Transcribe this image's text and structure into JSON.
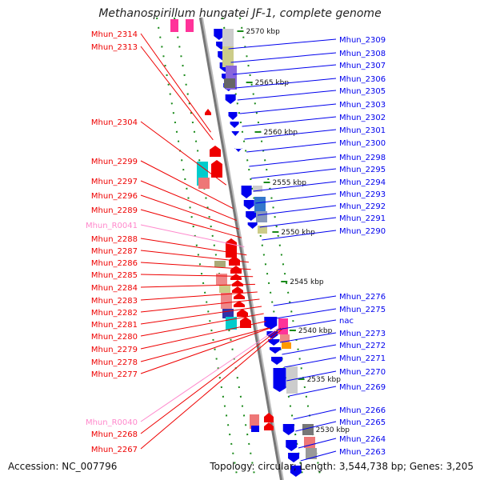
{
  "title": "Methanospirillum hungatei JF-1, complete genome",
  "accession": "Accession: NC_007796",
  "summary": "Topology: circular; Length: 3,544,738 bp; Genes: 3,205",
  "colors": {
    "forward": "#0000ee",
    "reverse": "#ee0000",
    "rna": "#ff88cc",
    "ruler": "#1a8a1a",
    "axis": "#888888"
  },
  "kbp_marks": [
    "2570 kbp",
    "2565 kbp",
    "2560 kbp",
    "2555 kbp",
    "2550 kbp",
    "2545 kbp",
    "2540 kbp",
    "2535 kbp",
    "2530 kbp"
  ],
  "left_labels": [
    {
      "text": "Mhun_2314",
      "type": "rev"
    },
    {
      "text": "Mhun_2313",
      "type": "rev"
    },
    {
      "text": "Mhun_2304",
      "type": "rev"
    },
    {
      "text": "Mhun_2299",
      "type": "rev"
    },
    {
      "text": "Mhun_2297",
      "type": "rev"
    },
    {
      "text": "Mhun_2296",
      "type": "rev"
    },
    {
      "text": "Mhun_2289",
      "type": "rev"
    },
    {
      "text": "Mhun_R0041",
      "type": "rna"
    },
    {
      "text": "Mhun_2288",
      "type": "rev"
    },
    {
      "text": "Mhun_2287",
      "type": "rev"
    },
    {
      "text": "Mhun_2286",
      "type": "rev"
    },
    {
      "text": "Mhun_2285",
      "type": "rev"
    },
    {
      "text": "Mhun_2284",
      "type": "rev"
    },
    {
      "text": "Mhun_2283",
      "type": "rev"
    },
    {
      "text": "Mhun_2282",
      "type": "rev"
    },
    {
      "text": "Mhun_2281",
      "type": "rev"
    },
    {
      "text": "Mhun_2280",
      "type": "rev"
    },
    {
      "text": "Mhun_2279",
      "type": "rev"
    },
    {
      "text": "Mhun_2278",
      "type": "rev"
    },
    {
      "text": "Mhun_2277",
      "type": "rev"
    },
    {
      "text": "Mhun_R0040",
      "type": "rna"
    },
    {
      "text": "Mhun_2268",
      "type": "rev"
    },
    {
      "text": "Mhun_2267",
      "type": "rev"
    }
  ],
  "right_labels": [
    {
      "text": "Mhun_2309"
    },
    {
      "text": "Mhun_2308"
    },
    {
      "text": "Mhun_2307"
    },
    {
      "text": "Mhun_2306"
    },
    {
      "text": "Mhun_2305"
    },
    {
      "text": "Mhun_2303"
    },
    {
      "text": "Mhun_2302"
    },
    {
      "text": "Mhun_2301"
    },
    {
      "text": "Mhun_2300"
    },
    {
      "text": "Mhun_2298"
    },
    {
      "text": "Mhun_2295"
    },
    {
      "text": "Mhun_2294"
    },
    {
      "text": "Mhun_2293"
    },
    {
      "text": "Mhun_2292"
    },
    {
      "text": "Mhun_2291"
    },
    {
      "text": "Mhun_2290"
    },
    {
      "text": "Mhun_2276"
    },
    {
      "text": "Mhun_2275"
    },
    {
      "text": "nac"
    },
    {
      "text": "Mhun_2273"
    },
    {
      "text": "Mhun_2272"
    },
    {
      "text": "Mhun_2271"
    },
    {
      "text": "Mhun_2270"
    },
    {
      "text": "Mhun_2269"
    },
    {
      "text": "Mhun_2266"
    },
    {
      "text": "Mhun_2265"
    },
    {
      "text": "Mhun_2264"
    },
    {
      "text": "Mhun_2263"
    }
  ]
}
